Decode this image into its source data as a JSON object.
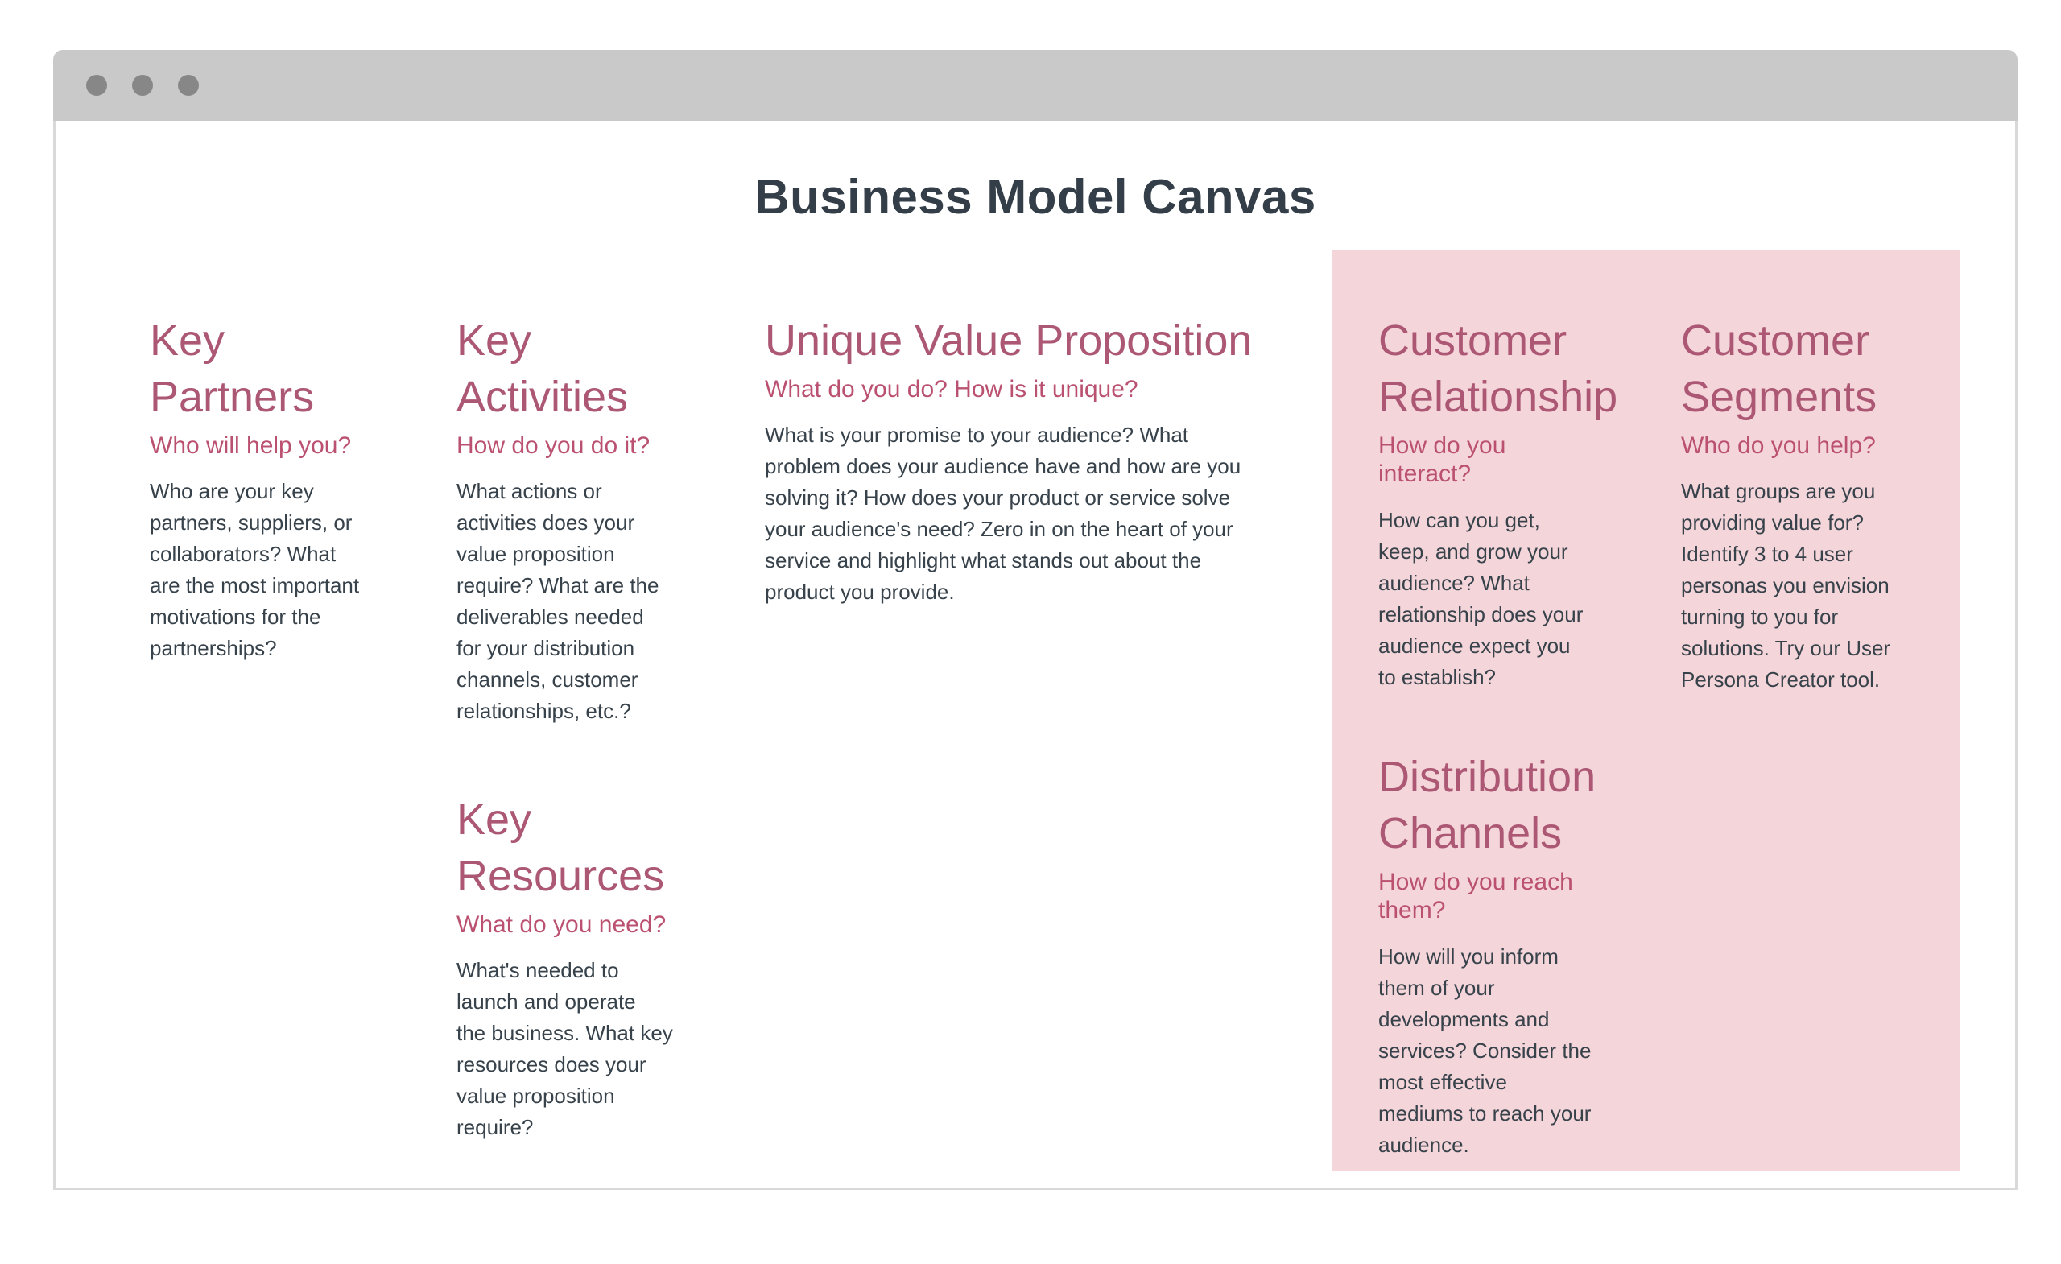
{
  "title": "Business Model Canvas",
  "window_controls": {
    "dots": 3
  },
  "colors": {
    "heading": "#ac5875",
    "subheading": "#bb5170",
    "body_text": "#37424b",
    "highlight_panel": "#f4d5d9",
    "titlebar": "#c9c9c9",
    "window_border": "#d9d9d9",
    "title_text": "#333e48"
  },
  "sections": {
    "key_partners": {
      "heading": "Key\nPartners",
      "subheading": "Who will help you?",
      "body": "Who are your key\npartners, suppliers, or\ncollaborators? What\nare the most important\nmotivations for the\npartnerships?"
    },
    "key_activities": {
      "heading": "Key\nActivities",
      "subheading": "How do you do it?",
      "body": "What actions or\nactivities does your\nvalue proposition\nrequire? What are the\ndeliverables needed\nfor your distribution\nchannels, customer\nrelationships, etc.?"
    },
    "key_resources": {
      "heading": "Key\nResources",
      "subheading": "What do you need?",
      "body": "What's needed to\nlaunch and operate\nthe business. What key\nresources does your\nvalue proposition\nrequire?"
    },
    "unique_value_proposition": {
      "heading": "Unique Value Proposition",
      "subheading": "What do you do? How is it unique?",
      "body": "What is your promise to your audience? What\nproblem does your audience have and how are you\nsolving it? How does your product or service solve\nyour audience's need? Zero in on the heart of your\nservice and highlight what stands out about the\nproduct you provide."
    },
    "customer_relationship": {
      "heading": "Customer\nRelationship",
      "subheading": "How do you\ninteract?",
      "body": "How can you get,\nkeep, and grow your\naudience? What\nrelationship does your\naudience expect you\nto establish?"
    },
    "distribution_channels": {
      "heading": "Distribution\nChannels",
      "subheading": "How do you reach\nthem?",
      "body": "How will you inform\nthem of your\ndevelopments and\nservices? Consider the\nmost effective\nmediums to reach your\naudience."
    },
    "customer_segments": {
      "heading": "Customer\nSegments",
      "subheading": "Who do you help?",
      "body": "What groups are you\nproviding value for?\nIdentify 3 to 4 user\npersonas you envision\nturning to you for\nsolutions. Try our User\nPersona Creator tool."
    }
  }
}
